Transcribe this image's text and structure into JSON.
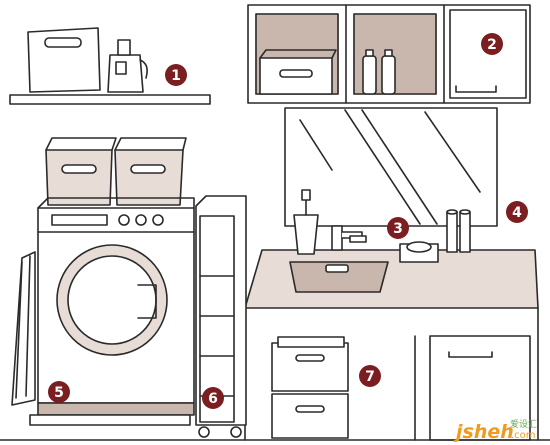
{
  "colors": {
    "line": "#2a2a2a",
    "fill_tan": "#e8ddd6",
    "fill_brown": "#c9b6ac",
    "callout_bg": "#7a1e22",
    "callout_text": "#ffffff",
    "watermark_orange": "#f39a1e",
    "watermark_green": "#6aa84f"
  },
  "callouts": [
    {
      "label": "1"
    },
    {
      "label": "2"
    },
    {
      "label": "3"
    },
    {
      "label": "4"
    },
    {
      "label": "5"
    },
    {
      "label": "6"
    },
    {
      "label": "7"
    }
  ],
  "watermark": {
    "brand": "jsheh",
    "domain": ".com",
    "tagline": "爱设汇"
  }
}
